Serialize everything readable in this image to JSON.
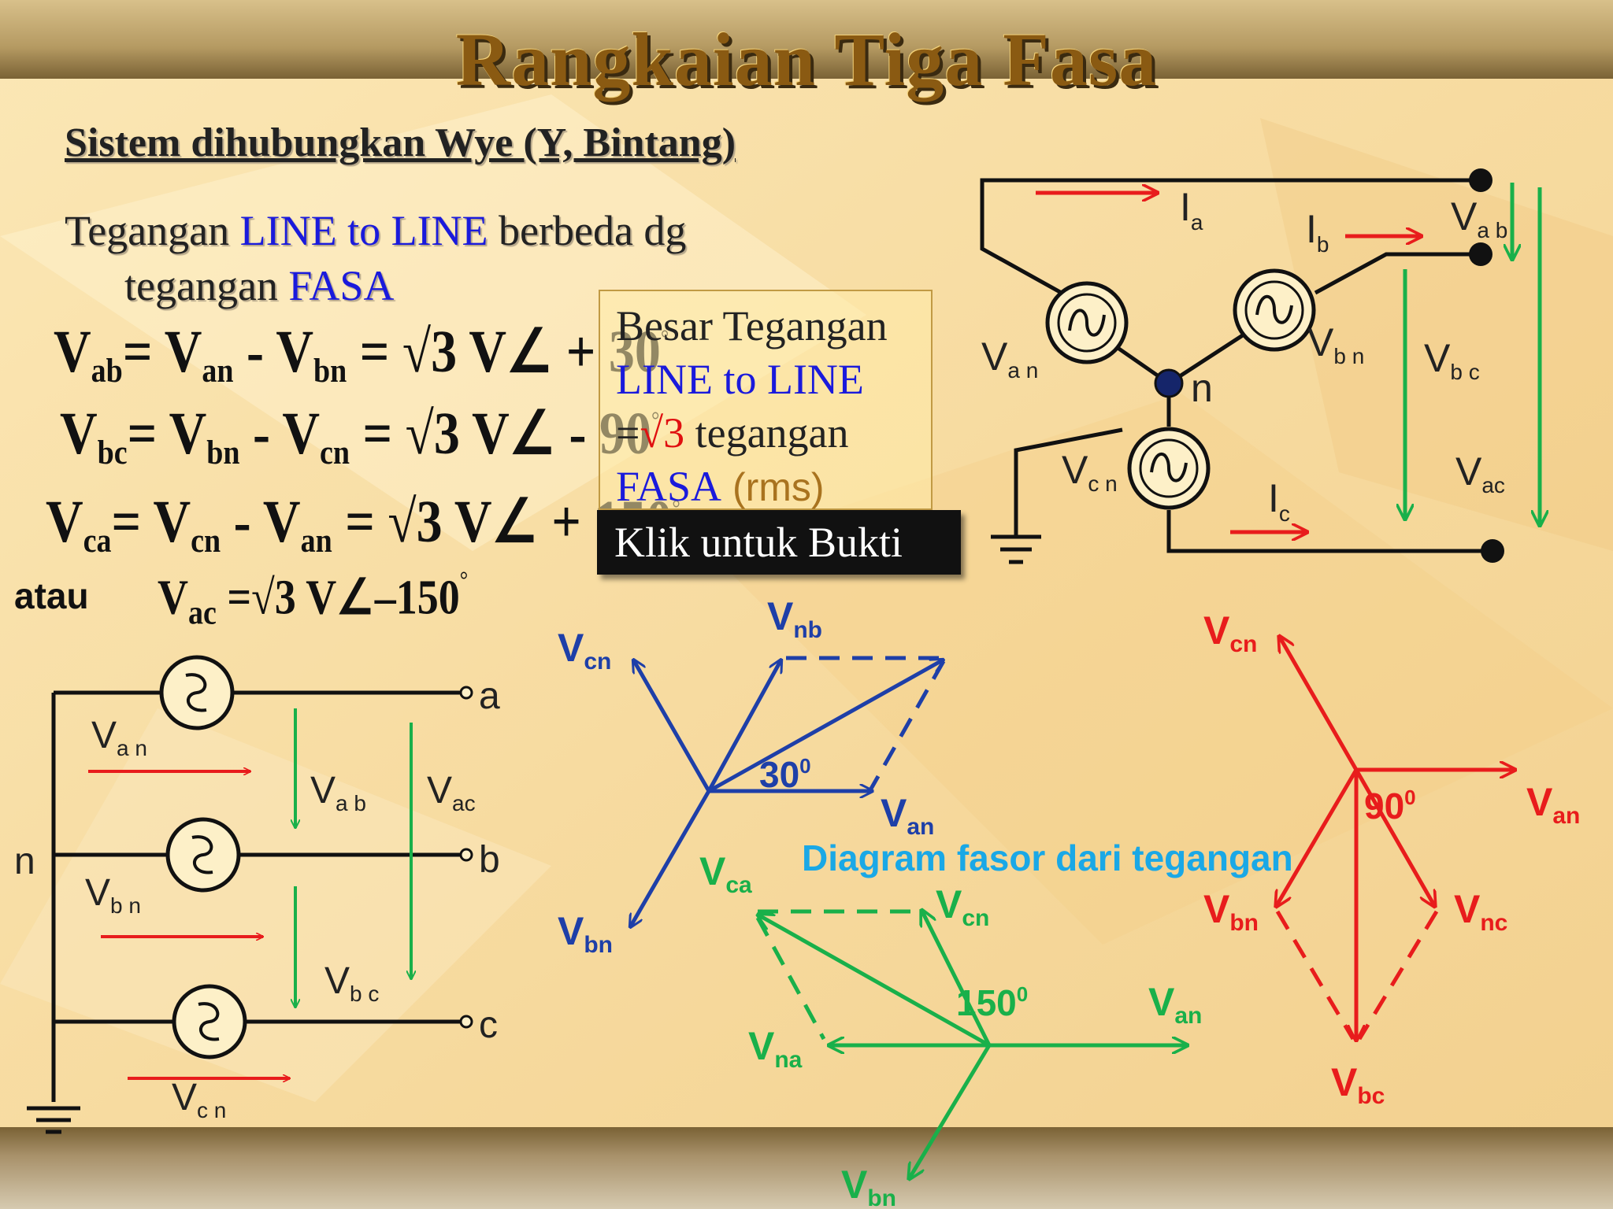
{
  "slide": {
    "title": "Rangkaian Tiga Fasa",
    "subtitle": "Sistem dihubungkan Wye  (Y, Bintang)",
    "intro": {
      "part1": "Tegangan ",
      "highlight1": "LINE to LINE",
      "part2": " berbeda dg",
      "part3": "tegangan ",
      "highlight2": "FASA"
    },
    "equations": [
      {
        "text": "V",
        "sub1": "ab",
        "eq": "= V",
        "sub2": "an",
        "minus": " - V",
        "sub3": "bn",
        "rhs": " = √3 V∠ + 30",
        "deg": "°"
      },
      {
        "text": "V",
        "sub1": "bc",
        "eq": "= V",
        "sub2": "bn",
        "minus": " - V",
        "sub3": "cn",
        "rhs": " = √3 V∠ - 90",
        "deg": "°"
      },
      {
        "text": "V",
        "sub1": "ca",
        "eq": "= V",
        "sub2": "cn",
        "minus": " - V",
        "sub3": "an",
        "rhs": " = √3 V∠ + 150",
        "deg": "°"
      }
    ],
    "atau": "atau",
    "atau_eq": {
      "text": "V",
      "sub": "ac",
      "rhs": " =√3 V∠–150",
      "deg": "°"
    },
    "info_box": {
      "line1": "Besar Tegangan",
      "line2": "LINE to LINE",
      "line3_a": "=",
      "line3_b": "√3",
      "line3_c": " tegangan",
      "line4_a": "FASA",
      "line4_b": " (rms)"
    },
    "button_label": "Klik untuk Bukti",
    "diagram_caption": "Diagram fasor dari tegangan"
  },
  "top_circuit": {
    "labels": {
      "ia": "I",
      "ia_sub": "a",
      "ib": "I",
      "ib_sub": "b",
      "ic": "I",
      "ic_sub": "c",
      "vab": "V",
      "vab_sub": "a b",
      "vbc": "V",
      "vbc_sub": "b c",
      "vac": "V",
      "vac_sub": "ac",
      "van": "V",
      "van_sub": "a n",
      "vbn": "V",
      "vbn_sub": "b n",
      "vcn": "V",
      "vcn_sub": "c n",
      "n": "n"
    }
  },
  "left_circuit": {
    "labels": {
      "a": "a",
      "b": "b",
      "c": "c",
      "n": "n",
      "van": "V",
      "van_sub": "a n",
      "vbn": "V",
      "vbn_sub": "b n",
      "vcn": "V",
      "vcn_sub": "c n",
      "vab": "V",
      "vab_sub": "a b",
      "vac": "V",
      "vac_sub": "ac",
      "vbc": "V",
      "vbc_sub": "b c"
    }
  },
  "phasor_blue": {
    "angle": "30",
    "angle_sup": "0",
    "labels": {
      "vcn": "V",
      "vcn_sub": "cn",
      "vnb": "V",
      "vnb_sub": "nb",
      "van": "V",
      "van_sub": "an",
      "vbn": "V",
      "vbn_sub": "bn"
    }
  },
  "phasor_green": {
    "angle": "150",
    "angle_sup": "0",
    "labels": {
      "vca": "V",
      "vca_sub": "ca",
      "vcn": "V",
      "vcn_sub": "cn",
      "vna": "V",
      "vna_sub": "na",
      "van": "V",
      "van_sub": "an",
      "vbn": "V",
      "vbn_sub": "bn"
    }
  },
  "phasor_red": {
    "angle": "90",
    "angle_sup": "0",
    "labels": {
      "vcn": "V",
      "vcn_sub": "cn",
      "van": "V",
      "van_sub": "an",
      "vbn": "V",
      "vbn_sub": "bn",
      "vnc": "V",
      "vnc_sub": "nc",
      "vbc": "V",
      "vbc_sub": "bc"
    }
  },
  "colors": {
    "blue_diagram": "#1e3fa8",
    "green_diagram": "#19b04a",
    "red_diagram": "#e81c1c",
    "caption": "#1aa8e6",
    "title": "#8a5a12"
  }
}
